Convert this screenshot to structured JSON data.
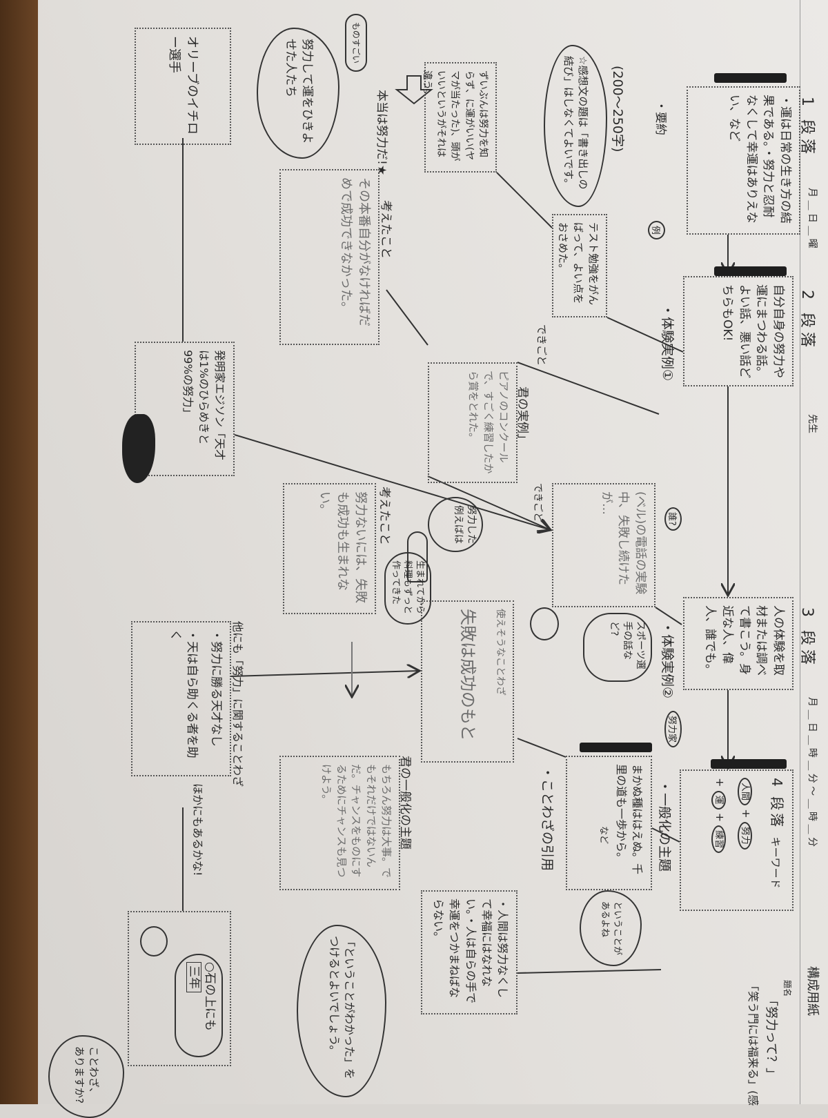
{
  "header": {
    "form_title": "構成用紙",
    "date_fields": "月 ＿ 日 ＿ 曜",
    "teacher": "先生",
    "time_fields": "月 ＿ 日 ＿ 時 ＿ 分 〜 ＿ 時 ＿ 分",
    "title_label": "題名",
    "title_value": "「努力って？」",
    "title_note": "「笑う門には福来る」(感"
  },
  "paragraphs": [
    {
      "label": "1 段落",
      "text": "・運は日常の生き方の結果である。・努力と忍耐なくして幸運はありえない、など",
      "bullet": "・要約",
      "note": "(200〜250字)"
    },
    {
      "label": "2 段落",
      "text": "自分自身の努力や運にまつわる話。よい話、悪い話どちらもOK!",
      "bullet": "・体験実例①"
    },
    {
      "label": "3 段落",
      "text": "人の体験を取材または調べて書こう。身近な人、偉人、誰でも。",
      "bullet": "・体験実例②"
    },
    {
      "label": "4 段落",
      "keyword_label": "キーワード",
      "keywords": [
        "人間",
        "努力",
        "運",
        "練習"
      ],
      "bullet": "・一般化の主題"
    }
  ],
  "notes": {
    "kansoubun_cloud": "☆感想文の題は「書き出しの結び」はしなくてよいです。",
    "rei_mark": "例",
    "rei_box": "テスト勉強をがんばって、よい点をおさめた。",
    "zuibun_box": "ずいぶんは努力を知らず、に運がいい(ヤマが当たった)、頭がいいというがそれは違う。",
    "hontou": "本当は努力だ!★",
    "mono_sugoi": "ものすごい",
    "people_cloud": "努力して運をひきよせた人たち",
    "ichiro_box": "オリーブのイチロー選手",
    "kangaeta_1": "考えたこと",
    "honban_box": "その本番自分がなければだめで成功できなかった。",
    "kimi_jitsurei": "君の実例」",
    "dekigoto_1": "できごと",
    "piano_box": "ピアノのコンクールで、すごく練習したから賞をとれた。",
    "edison_box": "発明家エジソン「天才は1%のひらめきと99%の努力」",
    "dare": "誰?",
    "dekigoto_2": "できごと",
    "bell_box": "(ベル)の電話の実験中、失敗し続けたが…",
    "kangaeta_2": "考えたこと",
    "doryoku_box": "努力ないには、失敗も成功も生まれない。",
    "rabbit_bubble": "努力した例えばは",
    "birth_bubble": "生まれてから料理もずっと作ってきた",
    "tsukaesou": "使えそうなことわざ",
    "shippai_box": "失敗は成功のもと",
    "frog_bubble": "スポーツ選手の話など?",
    "doryokuka": "努力家",
    "kotowaza_box": "まかぬ種ははえぬ。千里の道も一歩から。",
    "kotowaza_nado": "など",
    "kotowaza_bullet": "・ことわざの引用",
    "toiu_cloud": "ということがあるよね",
    "ningen_box": "・人間は努力なくして幸福にはなれない。・人は自らの手で幸運をつかまねばならない。",
    "ippanka_label": "君の一般化の主題",
    "ippanka_box": "もちろん努力は大事。でもそれだけではないんだ。チャンスをものにするためにチャンスも見つけよう。",
    "hokanimo_label": "他にも「努力」に関することわざ",
    "hokanimo_items": [
      "・努力に勝る天才なし",
      "・天は自ら助くる者を助く"
    ],
    "aru_kana": "ほかにもあるかな!",
    "wakatta_cloud": "「ということがわかった」をつけるとよいでしょう。",
    "ishi_bubble": "○石の上にも",
    "sannen": "三年",
    "kotowaza_ask": "ことわざ、ありますか?"
  },
  "colors": {
    "ink": "#2a2a2a",
    "pencil": "#6c6c6c",
    "paper": "#e8e6e3",
    "marker": "#1e1e1e"
  }
}
